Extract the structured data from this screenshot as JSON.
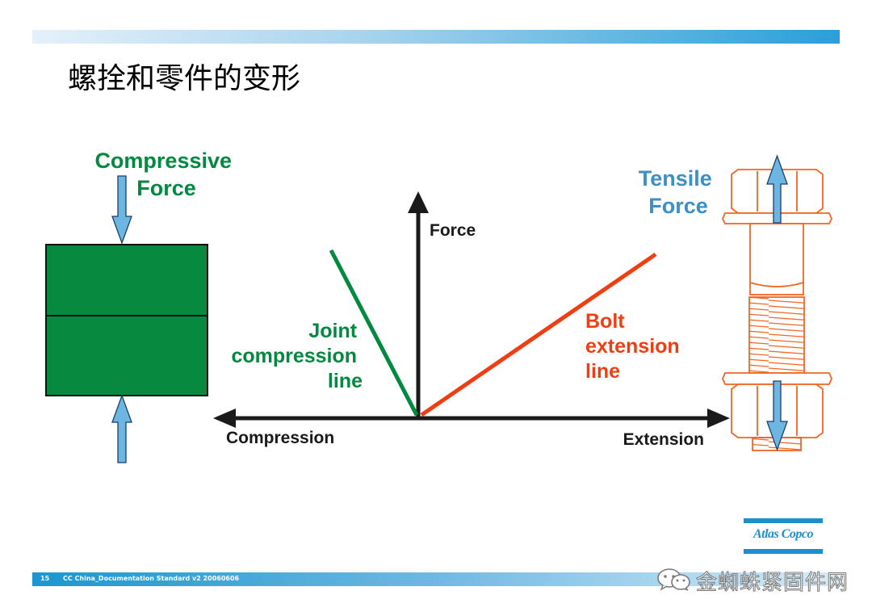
{
  "slide": {
    "title": "螺拴和零件的变形",
    "page_number": "15",
    "footer_text": "CC China_Documentation Standard v2 20060606",
    "logo_text": "Atlas Copco",
    "watermark": "金蜘蛛紧固件网"
  },
  "diagram": {
    "compressive_force_label": [
      "Compressive",
      "Force"
    ],
    "tensile_force_label": [
      "Tensile",
      "Force"
    ],
    "axis_force": "Force",
    "axis_compression": "Compression",
    "axis_extension": "Extension",
    "joint_line_label": [
      "Joint",
      "compression",
      "line"
    ],
    "bolt_line_label": [
      "Bolt",
      "extension",
      "line"
    ]
  },
  "colors": {
    "green": "#008a40",
    "block_green": "#078a40",
    "red_orange": "#ef3e12",
    "bolt_orange": "#f26522",
    "arrow_blue": "#6db6e2",
    "tensile_blue": "#3d8fc4",
    "accent_blue": "#1d8fcf"
  }
}
